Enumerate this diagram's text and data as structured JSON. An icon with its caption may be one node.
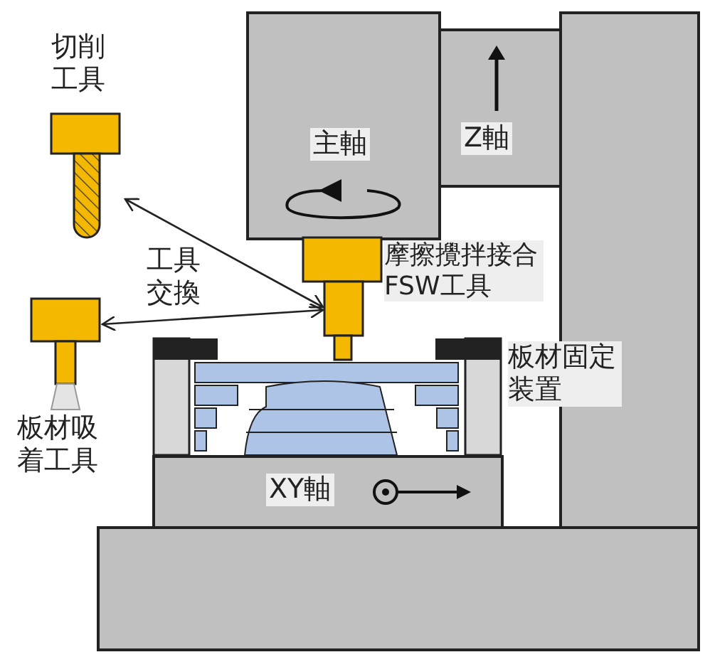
{
  "diagram": {
    "nodes": [
      {
        "text": [
          "切削工具"
        ]
      },
      {
        "text": [
          "主軸"
        ]
      },
      {
        "text": [
          "Z軸"
        ]
      },
      {
        "text": [
          "摩擦攪拌接合FSW工具"
        ]
      },
      {
        "text": [
          "板材吸着工具"
        ]
      },
      {
        "text": [
          "板材固定装置"
        ]
      },
      {
        "text": [
          "XY軸"
        ]
      },
      {
        "text": [],
        "shape": "box"
      },
      {
        "text": [],
        "shape": "box"
      }
    ],
    "edges": [
      {
        "from": 0,
        "to": 3,
        "arrow": "both"
      },
      {
        "from": 4,
        "to": 3,
        "arrow": "both"
      }
    ],
    "labels": [
      "工具交換"
    ]
  }
}
